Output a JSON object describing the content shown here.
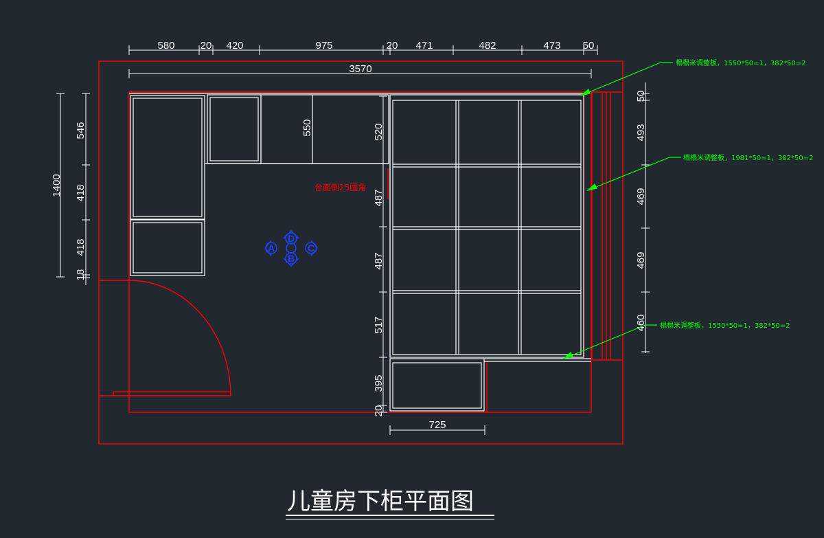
{
  "colors": {
    "background": "#212830",
    "wall": "#ff0000",
    "cabinet": "#ffffff",
    "dimension": "#ffffff",
    "note": "#00ff00",
    "marker": "#2040ff"
  },
  "title": "儿童房下柜平面图",
  "top_dims": [
    "580",
    "20",
    "420",
    "975",
    "20",
    "471",
    "482",
    "473",
    "50"
  ],
  "overall_dim": "3570",
  "left_dims": {
    "total": "1400",
    "segments": [
      "546",
      "418",
      "418",
      "18"
    ]
  },
  "inner_dims": {
    "upper_depth": "550",
    "right_upper": "520"
  },
  "center_column_dims": [
    "487",
    "487",
    "517",
    "395",
    "20"
  ],
  "right_dims": [
    "50",
    "493",
    "469",
    "469",
    "460"
  ],
  "bottom_dim": "725",
  "red_note": "台面倒25圆角",
  "markers": [
    "A",
    "D",
    "C",
    "B"
  ],
  "green_notes": [
    "榻榻米调整板，1550*50=1，382*50=2",
    "榻榻米调整板，1981*50=1，382*50=2",
    "榻榻米调整板，1550*50=1，382*50=2"
  ]
}
